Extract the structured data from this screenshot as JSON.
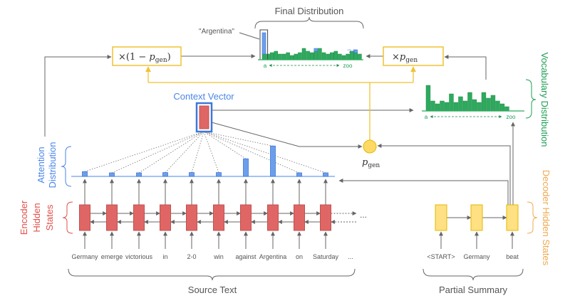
{
  "titles": {
    "final_distribution": "Final Distribution",
    "context_vector": "Context Vector",
    "vocabulary_distribution": "Vocabulary Distribution",
    "attention_distribution_line1": "Attention",
    "attention_distribution_line2": "Distribution",
    "encoder_line1": "Encoder",
    "encoder_line2": "Hidden",
    "encoder_line3": "States",
    "decoder_hidden_states": "Decoder Hidden States",
    "source_text": "Source Text",
    "partial_summary": "Partial Summary"
  },
  "annotations": {
    "argentina_quote": "\"Argentina\"",
    "two_zero_quote": "\"2-0\"",
    "vocab_start": "a",
    "vocab_end": "zoo"
  },
  "formulas": {
    "one_minus_prefix": "×(1 − ",
    "p": "p",
    "gen": "gen",
    "one_minus_suffix": ")",
    "times": "×"
  },
  "source_words": [
    "Germany",
    "emerge",
    "victorious",
    "in",
    "2-0",
    "win",
    "against",
    "Argentina",
    "on",
    "Saturday",
    "..."
  ],
  "summary_words": [
    "<START>",
    "Germany",
    "beat"
  ],
  "encoder_ellipsis": "...",
  "attention_weights": [
    0.15,
    0.1,
    0.08,
    0.12,
    0.12,
    0.12,
    0.55,
    0.95,
    0.1,
    0.08
  ],
  "final_distribution_bars": [
    8,
    8,
    10,
    12,
    8,
    8,
    10,
    6,
    8,
    10,
    16,
    12,
    10,
    12,
    16,
    10,
    8,
    10,
    12,
    8,
    6,
    8,
    12,
    10,
    8
  ],
  "final_distribution_overlay": [
    {
      "index": 0,
      "height": 30
    },
    {
      "index": 0,
      "height": 4
    },
    {
      "index": 0,
      "height": 4
    }
  ],
  "vocab_distribution_bars": [
    36,
    14,
    10,
    14,
    12,
    24,
    12,
    20,
    14,
    26,
    16,
    12,
    26,
    18,
    22,
    14,
    10,
    6
  ],
  "colors": {
    "encoder": "#E06666",
    "encoder_border": "#C0504D",
    "decoder": "#FFE082",
    "decoder_border": "#E6B800",
    "attention": "#6D9EEB",
    "attention_border": "#3C78D8",
    "vocab": "#2EAA5F",
    "vocab_border": "#1E8A47",
    "pgen_box": "#F1C232",
    "label_encoder": "#E0504A",
    "label_attention": "#4A86E8",
    "label_vocab": "#1E9E55",
    "label_decoder": "#F1A94E",
    "gray": "#666666"
  }
}
